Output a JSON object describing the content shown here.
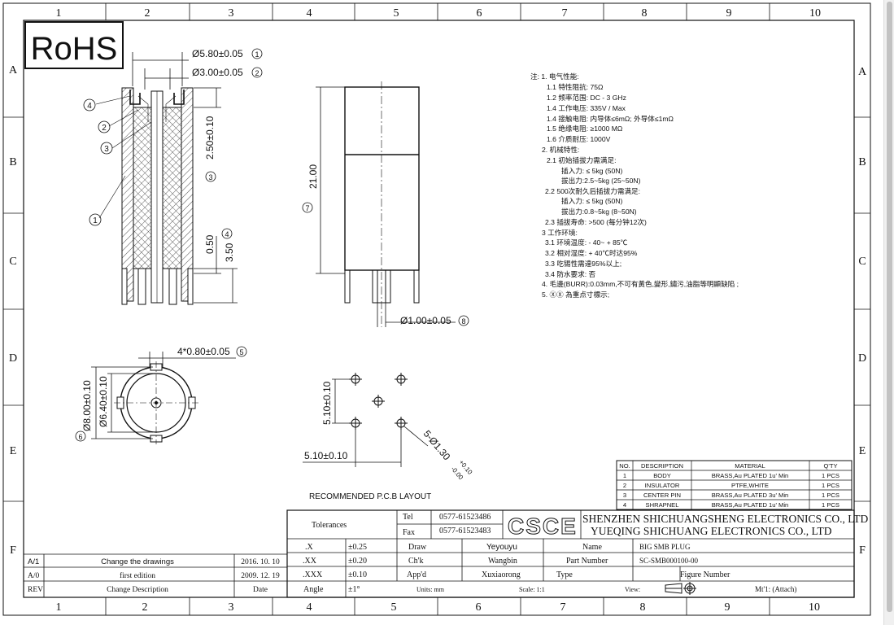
{
  "rohs_logo": "RoHS",
  "grid": {
    "cols": [
      "1",
      "2",
      "3",
      "4",
      "5",
      "6",
      "7",
      "8",
      "9",
      "10"
    ],
    "rows": [
      "A",
      "B",
      "C",
      "D",
      "E",
      "F"
    ]
  },
  "side_view": {
    "dim1": "Ø5.80±0.05",
    "dim1_ref": "1",
    "dim2": "Ø3.00±0.05",
    "dim2_ref": "2",
    "dim_250": "2.50±0.10",
    "dim_250_ref": "3",
    "dim_050": "0.50",
    "dim_050_ref": "4",
    "dim_350": "3.50",
    "callouts": [
      "4",
      "2",
      "3",
      "1"
    ]
  },
  "front_view": {
    "dim_21": "21.00",
    "dim_21_ref": "7",
    "pin_dim": "Ø1.00±0.05",
    "pin_dim_ref": "8"
  },
  "bottom_view": {
    "pin_dim": "4*0.80±0.05",
    "pin_dim_ref": "5",
    "dim_800": "Ø8.00±0.10",
    "dim_640": "Ø6.40±0.10",
    "ref": "6"
  },
  "pcb": {
    "dim_vert": "5.10±0.10",
    "dim_horiz": "5.10±0.10",
    "hole_main": "5-Ø1.30",
    "hole_plus": "+0.10",
    "hole_minus": "-0.00",
    "caption": "RECOMMENDED P.C.B LAYOUT"
  },
  "notes": [
    "注: 1. 电气性能:",
    "1.1 特性阻抗: 75Ω",
    "1.2 频率范围: DC - 3 GHz",
    "1.4 工作电压: 335V / Max",
    "1.4 接触电阻: 内导体≤6mΩ; 外导体≤1mΩ",
    "1.5 绝缘电阻: ≥1000 MΩ",
    "1.6 介质耐压: 1000V",
    "2. 机械特性:",
    "2.1 初始插拔力需满足:",
    "插入力: ≤ 5kg (50N)",
    "拔出力:2.5~5kg (25~50N)",
    "2.2 500次耐久后插拔力需满足:",
    "插入力: ≤ 5kg (50N)",
    "拔出力:0.8~5kg (8~50N)",
    "2.3 插拔寿命: >500 (每分钟12次)",
    "3 工作环境:",
    "3.1 环境温度: - 40~ + 85℃",
    "3.2 相对湿度: + 40℃时达95%",
    "3.3 吃锡性需達95%以上;",
    "3.4 防水要求: 否",
    "4. 毛邊(BURR):0.03mm,不可有黃色,變形,鏽污,油脂等明顯缺陷 ;",
    "5. ⓍⓍ 為重点寸標示;"
  ],
  "bom": {
    "headers": [
      "NO.",
      "DESCRIPTION",
      "MATERIAL",
      "Q'TY"
    ],
    "rows": [
      [
        "1",
        "BODY",
        "BRASS,Au PLATED 1u' Min",
        "1 PCS"
      ],
      [
        "2",
        "INSULATOR",
        "PTFE,WHITE",
        "1 PCS"
      ],
      [
        "3",
        "CENTER PIN",
        "BRASS,Au PLATED 3u' Min",
        "1 PCS"
      ],
      [
        "4",
        "SHRAPNEL",
        "BRASS,Au PLATED 1u' Min",
        "1 PCS"
      ]
    ]
  },
  "title_block": {
    "tolerances": "Tolerances",
    "tol_rows": [
      [
        ".X",
        "±0.25"
      ],
      [
        ".XX",
        "±0.20"
      ],
      [
        ".XXX",
        "±0.10"
      ],
      [
        "Angle",
        "±1°"
      ]
    ],
    "tel_label": "Tel",
    "tel": "0577-61523486",
    "fax_label": "Fax",
    "fax": "0577-61523483",
    "logo": "CSCE",
    "company1": "SHENZHEN SHICHUANGSHENG ELECTRONICS CO., LTD",
    "company2": "YUEQING SHICHUANG ELECTRONICS CO., LTD",
    "draw_label": "Draw",
    "draw_value": "Yeyouyu",
    "name_label": "Name",
    "name_value": "BIG SMB PLUG",
    "chk_label": "Ch'k",
    "chk_value": "Wangbin",
    "part_label": "Part Number",
    "part_value": "SC-SMB000100-00",
    "appd_label": "App'd",
    "appd_value": "Xuxiaorong",
    "type_label": "Type",
    "type_value": "",
    "figure_label": "Figure Number",
    "figure_value": "",
    "units": "Units: mm",
    "scale": "Scale: 1:1",
    "view": "View:",
    "mtl": "Mt'1: (Attach)"
  },
  "revisions": [
    {
      "rev": "A/1",
      "desc": "Change the drawings",
      "date": "2016. 10. 10"
    },
    {
      "rev": "A/0",
      "desc": "first edition",
      "date": "2009. 12. 19"
    }
  ],
  "rev_header": {
    "rev": "REV",
    "desc": "Change Description",
    "date": "Date"
  }
}
